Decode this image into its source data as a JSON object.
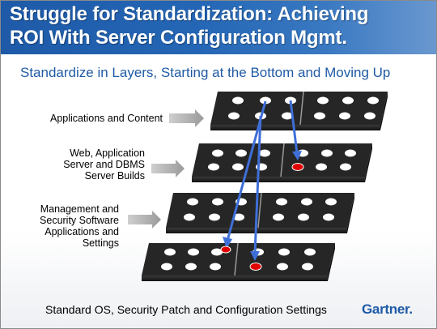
{
  "header": {
    "title_line1": "Struggle for Standardization: Achieving",
    "title_line2": "ROI With Server Configuration Mgmt."
  },
  "subtitle": "Standardize in Layers, Starting at the Bottom and Moving Up",
  "layers": [
    {
      "label_lines": [
        "Applications and Content"
      ]
    },
    {
      "label_lines": [
        "Web, Application",
        "Server and DBMS",
        "Server Builds"
      ]
    },
    {
      "label_lines": [
        "Management and",
        "Security Software",
        "Applications and",
        "Settings"
      ]
    },
    {
      "label_lines": []
    }
  ],
  "footer": "Standard OS, Security Patch and Configuration Settings",
  "brand": {
    "name": "Gartner",
    "mark": "."
  },
  "colors": {
    "header_blue": "#1e5aa8",
    "subtitle_blue": "#1f5aa6",
    "block_dark": "#2b2b2b",
    "dot_white": "#ffffff",
    "dot_red": "#e00000",
    "arrow_blue": "#3e6fd8",
    "pointer_gray": "#a9a9a9"
  }
}
